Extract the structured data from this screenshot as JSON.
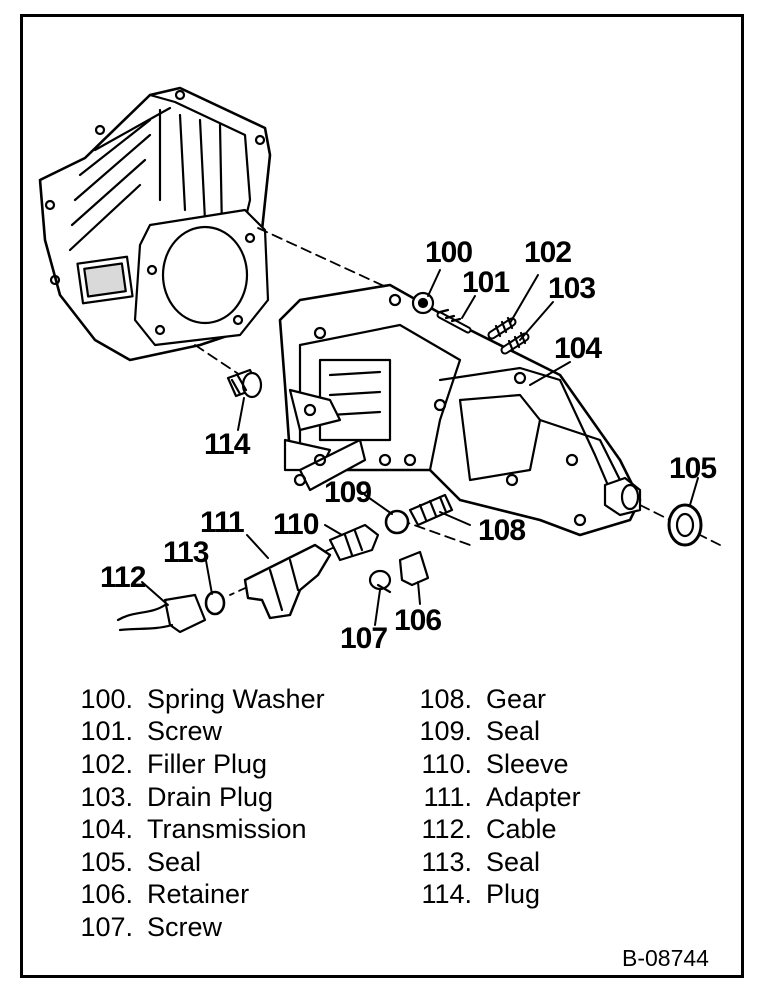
{
  "figure_id": "B-08744",
  "callouts": {
    "c100": "100",
    "c101": "101",
    "c102": "102",
    "c103": "103",
    "c104": "104",
    "c105": "105",
    "c106": "106",
    "c107": "107",
    "c108": "108",
    "c109": "109",
    "c110": "110",
    "c111": "111",
    "c112": "112",
    "c113": "113",
    "c114": "114"
  },
  "legend": {
    "left": [
      {
        "num": "100.",
        "label": "Spring Washer"
      },
      {
        "num": "101.",
        "label": "Screw"
      },
      {
        "num": "102.",
        "label": "Filler Plug"
      },
      {
        "num": "103.",
        "label": "Drain Plug"
      },
      {
        "num": "104.",
        "label": "Transmission"
      },
      {
        "num": "105.",
        "label": "Seal"
      },
      {
        "num": "106.",
        "label": "Retainer"
      },
      {
        "num": "107.",
        "label": "Screw"
      }
    ],
    "right": [
      {
        "num": "108.",
        "label": "Gear"
      },
      {
        "num": "109.",
        "label": "Seal"
      },
      {
        "num": "110.",
        "label": "Sleeve"
      },
      {
        "num": "111.",
        "label": "Adapter"
      },
      {
        "num": "112.",
        "label": "Cable"
      },
      {
        "num": "113.",
        "label": "Seal"
      },
      {
        "num": "114.",
        "label": "Plug"
      }
    ]
  }
}
